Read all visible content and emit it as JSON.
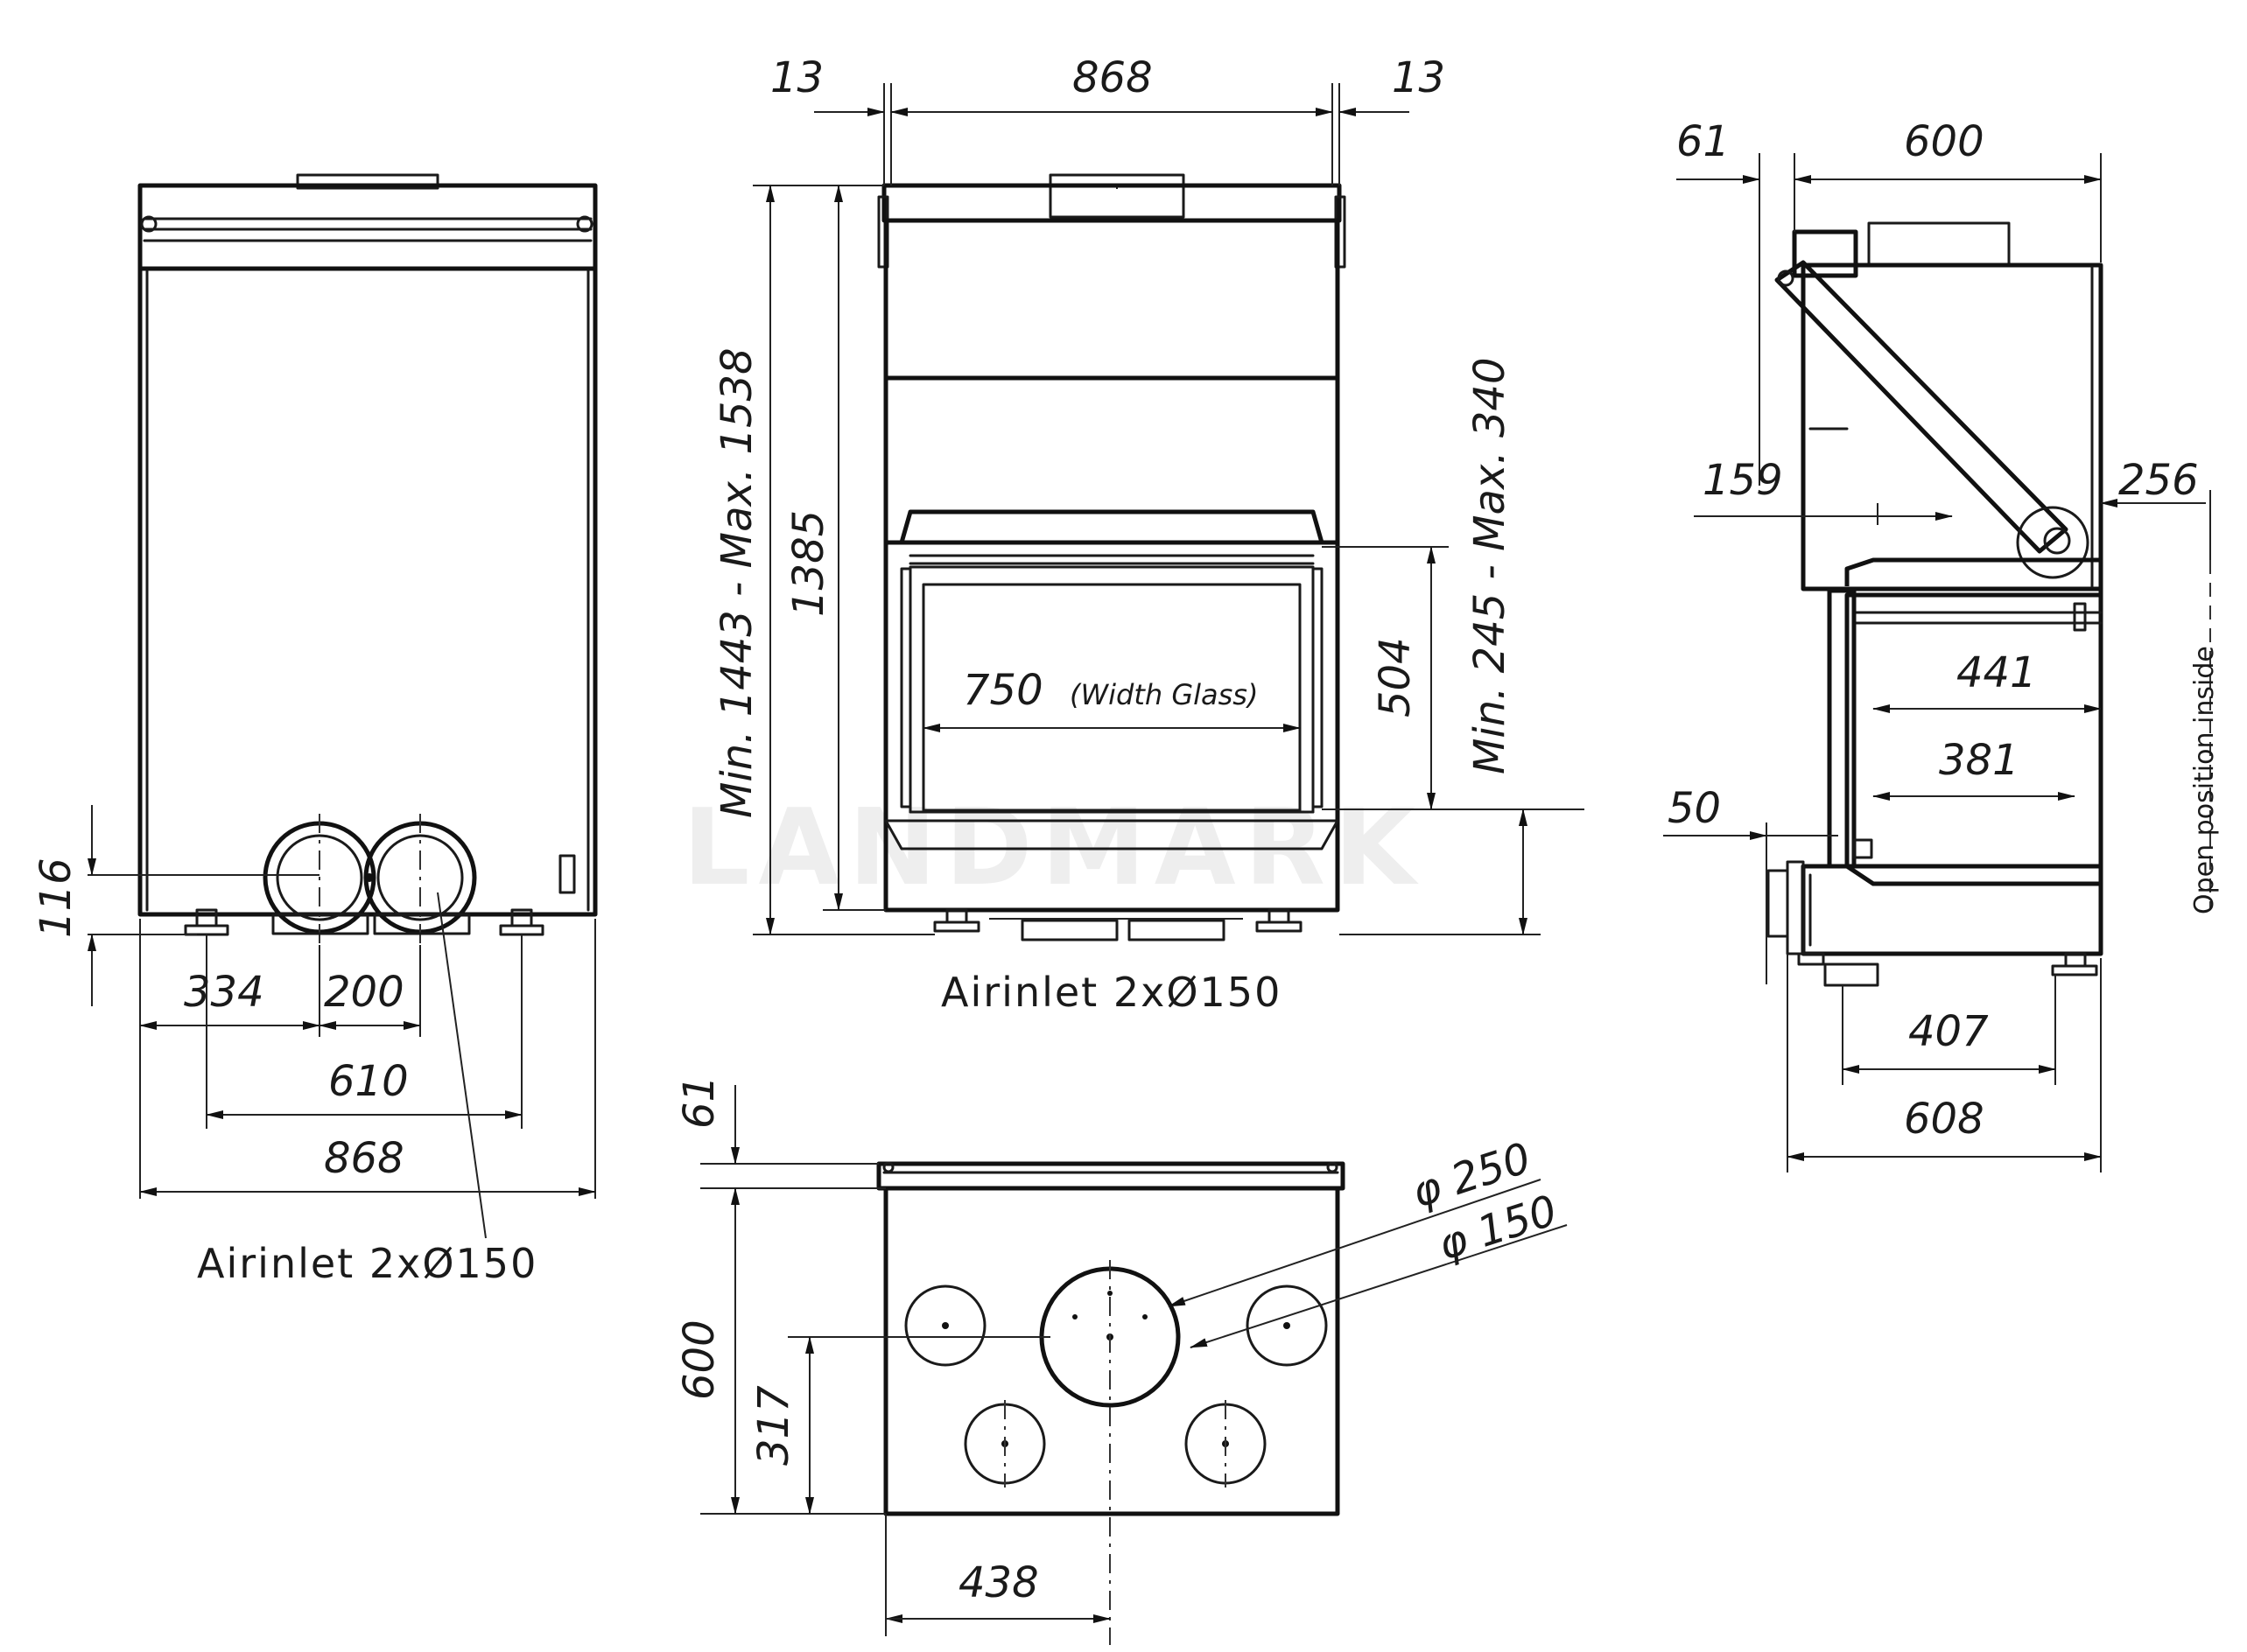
{
  "watermark": "LANDMARK",
  "front_view": {
    "top_margin_left": "13",
    "top_width": "868",
    "top_margin_right": "13",
    "height_range": "Min. 1443  -  Max. 1538",
    "height": "1385",
    "glass_width": "750",
    "glass_width_note": "(Width Glass)",
    "glass_height": "504",
    "floor_gap_range": "Min. 245 - Max. 340",
    "airinlet_label": "Airinlet  2xØ150"
  },
  "rear_view": {
    "inlet_height": "116",
    "offset_334": "334",
    "spacing_200": "200",
    "feet_610": "610",
    "width_868": "868",
    "airinlet_label": "Airinlet  2xØ150"
  },
  "side_view": {
    "d61": "61",
    "d600": "600",
    "d159": "159",
    "d256": "256",
    "d441": "441",
    "d381": "381",
    "d50": "50",
    "d407": "407",
    "d608": "608",
    "open_position_note": "Open position inside"
  },
  "top_view": {
    "d61": "61",
    "d600": "600",
    "d317": "317",
    "d438": "438",
    "dia250": "φ 250",
    "dia150": "φ 150"
  }
}
